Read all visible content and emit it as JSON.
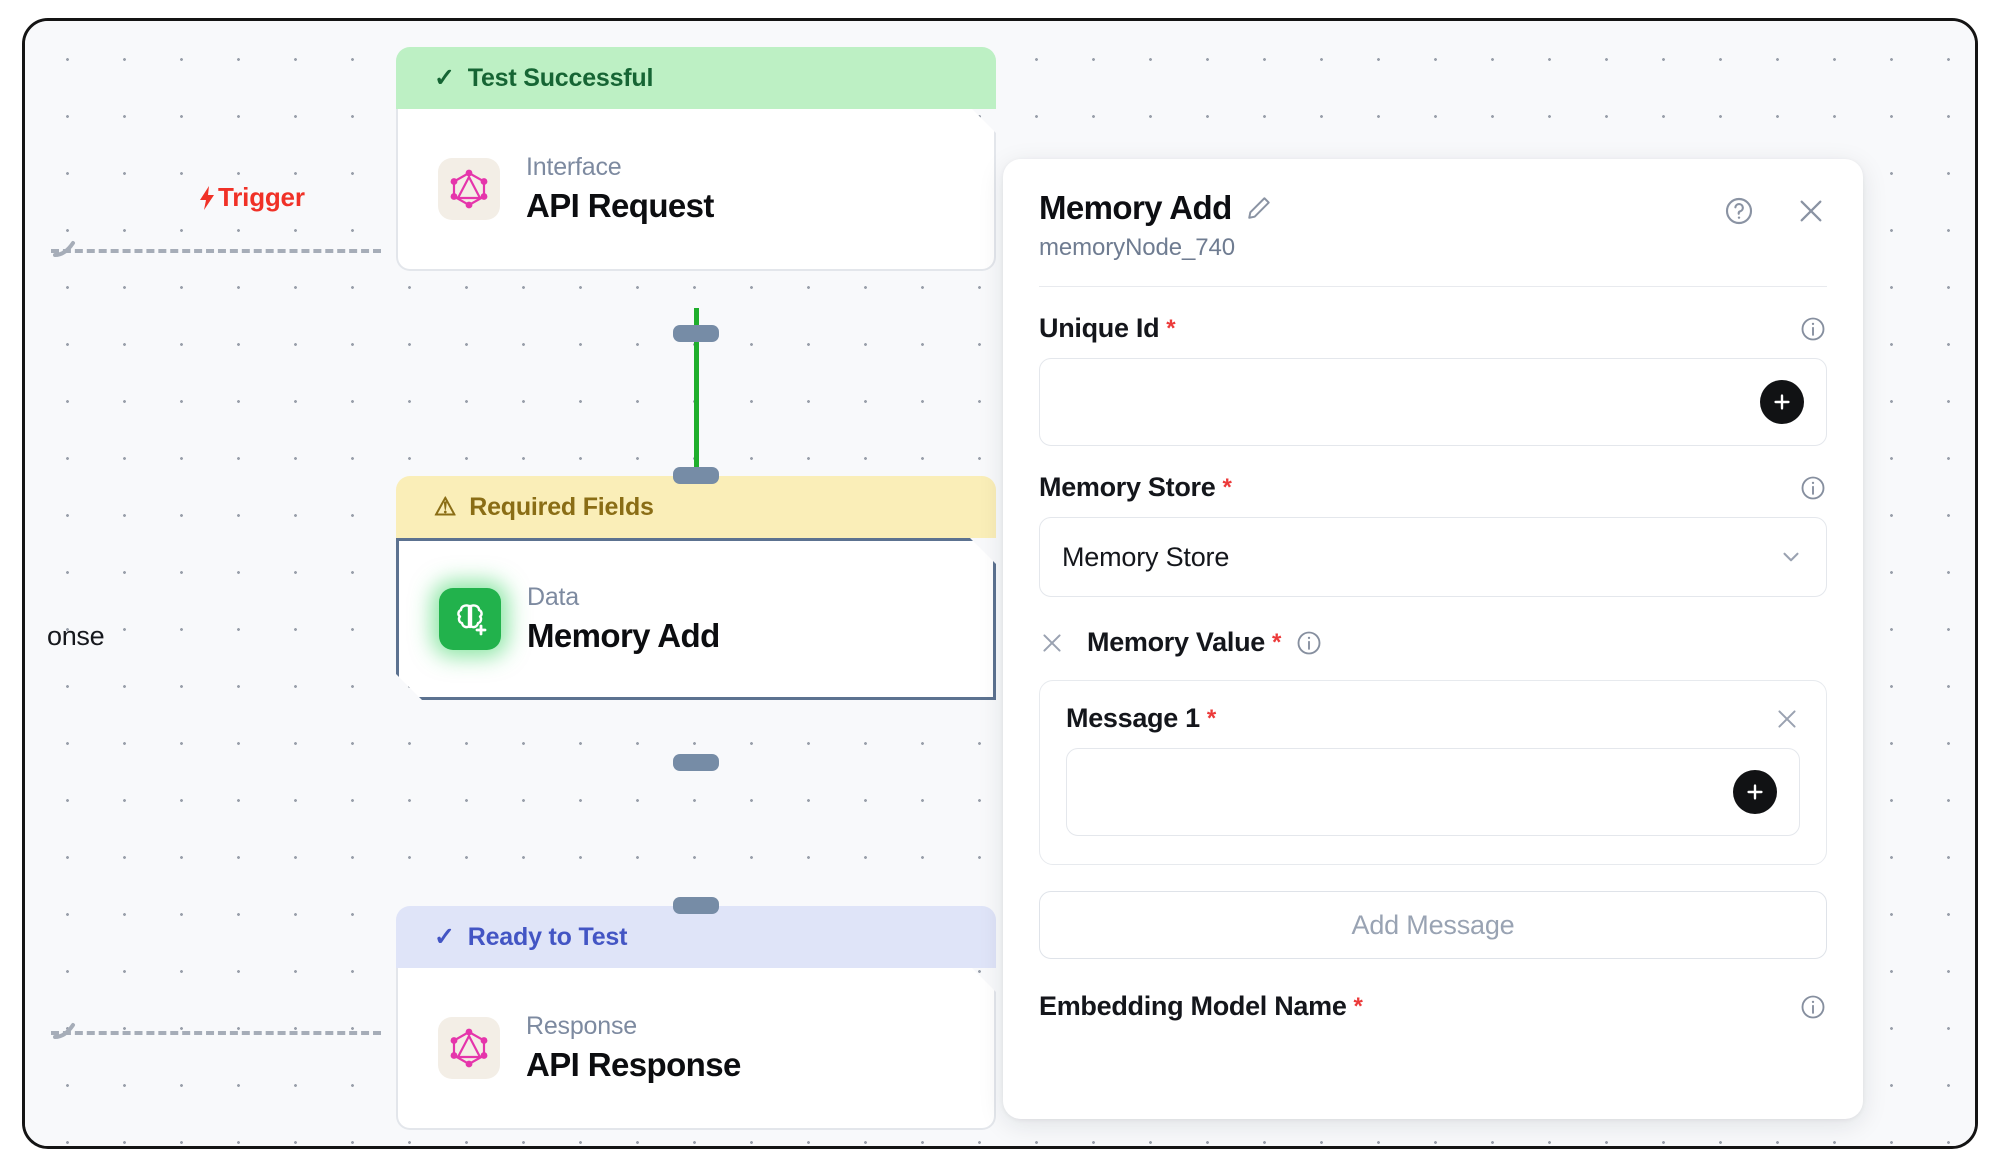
{
  "canvas": {
    "trigger_label": "Trigger",
    "trigger_icon": "bolt-icon",
    "side_label": "onse"
  },
  "nodes": [
    {
      "status_label": "Test Successful",
      "status_icon": "check-icon",
      "status_variant": "success",
      "kind": "Interface",
      "title": "API Request",
      "icon": "graphql-icon"
    },
    {
      "status_label": "Required Fields",
      "status_icon": "warning-triangle-icon",
      "status_variant": "warning",
      "kind": "Data",
      "title": "Memory Add",
      "icon": "brain-plus-icon"
    },
    {
      "status_label": "Ready to Test",
      "status_icon": "check-icon",
      "status_variant": "ready",
      "kind": "Response",
      "title": "API Response",
      "icon": "graphql-icon"
    }
  ],
  "panel": {
    "title": "Memory Add",
    "edit_icon": "pencil-icon",
    "subtitle": "memoryNode_740",
    "help_icon": "help-circle-icon",
    "close_icon": "close-icon",
    "fields": {
      "unique_id": {
        "label": "Unique Id",
        "required_marker": "*",
        "info_icon": "info-icon",
        "value": "",
        "placeholder": "",
        "add_icon": "plus-icon"
      },
      "memory_store": {
        "label": "Memory Store",
        "required_marker": "*",
        "info_icon": "info-icon",
        "selected": "Memory Store",
        "chevron_icon": "chevron-down-icon"
      },
      "memory_value": {
        "label": "Memory Value",
        "required_marker": "*",
        "info_icon": "info-icon",
        "remove_icon": "close-icon"
      },
      "message_1": {
        "label": "Message 1",
        "required_marker": "*",
        "remove_icon": "close-icon",
        "value": "",
        "placeholder": "",
        "add_icon": "plus-icon"
      },
      "add_message": {
        "label": "Add Message"
      },
      "embedding_model_name": {
        "label": "Embedding Model Name",
        "required_marker": "*",
        "info_icon": "info-icon"
      }
    }
  },
  "colors": {
    "success_bg": "#bdf0c4",
    "success_fg": "#166534",
    "warning_bg": "#faeeb8",
    "warning_fg": "#8a6d15",
    "ready_bg": "#dfe4f8",
    "ready_fg": "#4355c4",
    "trigger": "#f03127",
    "edge": "#1fae2c",
    "required": "#ec3a3a",
    "memory_icon_bg": "#22b24c",
    "handle": "#768ca6",
    "selected_border": "#5c7290"
  }
}
